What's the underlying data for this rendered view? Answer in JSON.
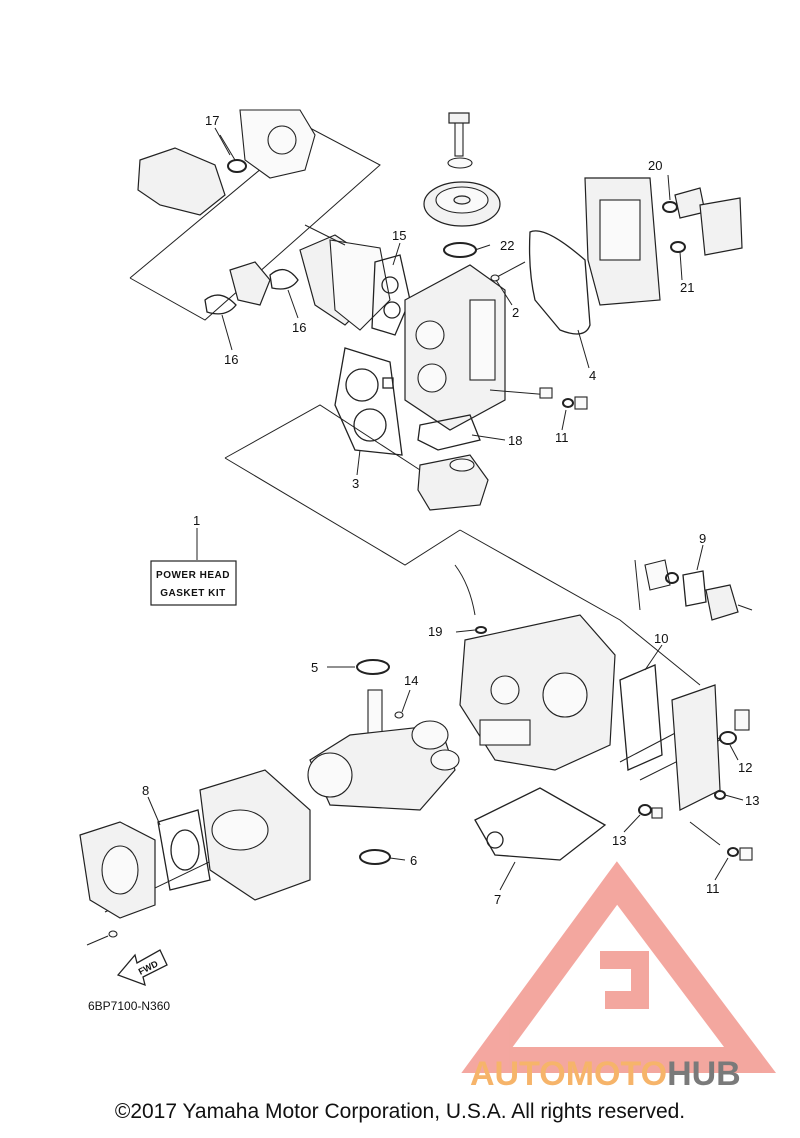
{
  "kit_label": {
    "line1": "POWER HEAD",
    "line2": "GASKET KIT"
  },
  "callouts": [
    "1",
    "2",
    "3",
    "4",
    "5",
    "6",
    "7",
    "8",
    "9",
    "10",
    "11",
    "11",
    "12",
    "13",
    "13",
    "14",
    "15",
    "16",
    "16",
    "17",
    "18",
    "19",
    "20",
    "21",
    "22"
  ],
  "fwd_label": "FWD",
  "part_number": "6BP7100-N360",
  "copyright": "©2017 Yamaha Motor Corporation, U.S.A. All rights reserved.",
  "watermark": {
    "part1": "AUTOMOTO",
    "part2": "HUB",
    "color_light": "#f6b46a",
    "color_dark": "#7a7a7a",
    "logo_color": "#f08a80"
  }
}
